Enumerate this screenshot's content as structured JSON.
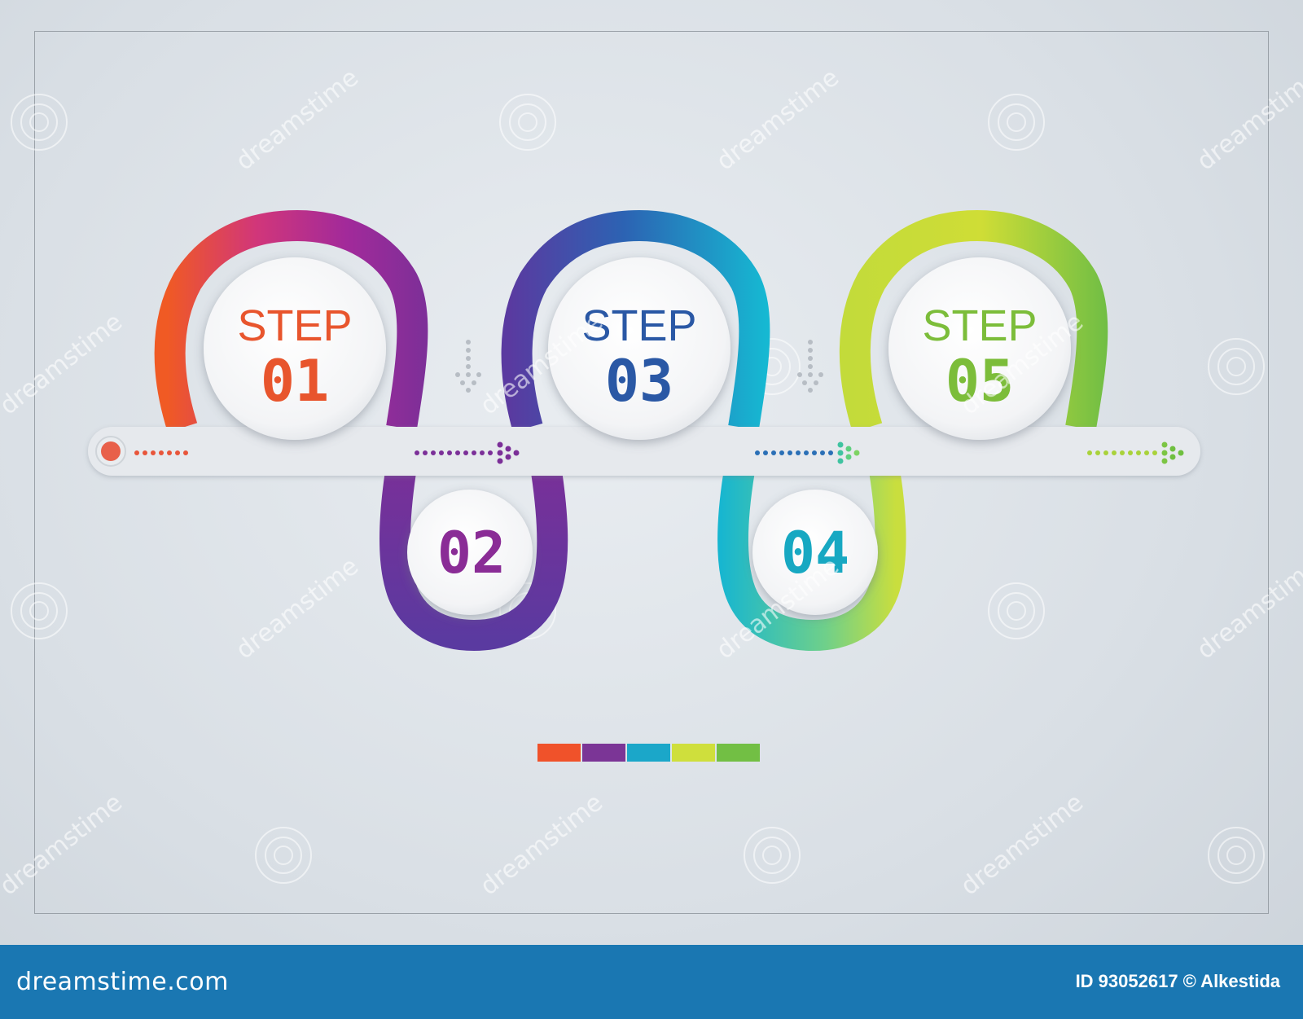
{
  "steps": [
    {
      "label": "STEP",
      "number": "01",
      "color": "#e8552d"
    },
    {
      "label": "",
      "number": "02",
      "color": "#8a2c96"
    },
    {
      "label": "STEP",
      "number": "03",
      "color": "#2a58a5"
    },
    {
      "label": "",
      "number": "04",
      "color": "#17a8c2"
    },
    {
      "label": "STEP",
      "number": "05",
      "color": "#7cbd3a"
    }
  ],
  "palette": [
    "#f0522a",
    "#7b3596",
    "#1ba7c9",
    "#cfdf3c",
    "#72bf44"
  ],
  "watermark": {
    "text": "dreamstime",
    "brand": "dreamstime.com",
    "credit": "ID 93052617 © Alkestida"
  }
}
